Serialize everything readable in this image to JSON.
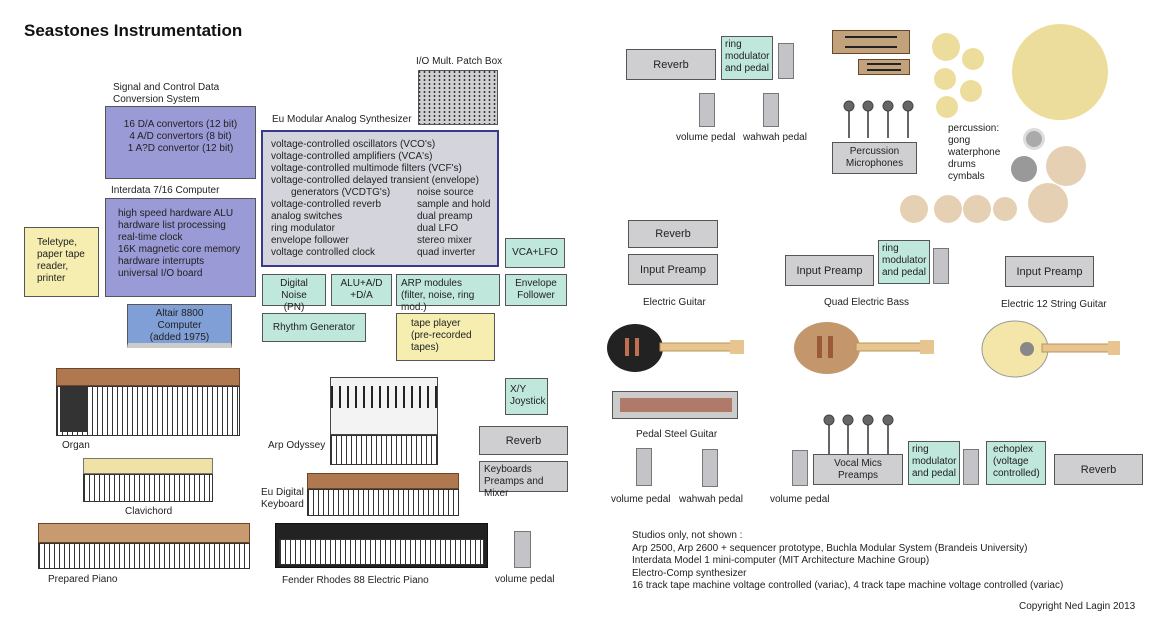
{
  "title": "Seastones Instrumentation",
  "signal_conv": {
    "title": "Signal and Control Data",
    "title2": "Conversion System",
    "lines": [
      "16 D/A convertors (12 bit)",
      "4 A/D convertors (8 bit)",
      "1 A?D convertor (12 bit)"
    ]
  },
  "interdata": {
    "title": "Interdata 7/16 Computer",
    "lines": [
      "high speed hardware ALU",
      "hardware list processing",
      "real-time clock",
      "16K magnetic core memory",
      "hardware interrupts",
      "universal I/O board"
    ]
  },
  "teletype": [
    "Teletype,",
    "paper tape",
    "reader,",
    "printer"
  ],
  "altair": [
    "Altair 8800",
    "Computer",
    "(added 1975)"
  ],
  "io_box": "I/O Mult. Patch Box",
  "eu_synth": {
    "title": "Eu Modular Analog Synthesizer",
    "left": [
      "voltage-controlled oscillators (VCO's)",
      "voltage-controlled amplifiers (VCA's)",
      "voltage-controlled multimode filters (VCF's)",
      "voltage-controlled delayed transient (envelope)",
      "generators (VCDTG's)",
      "voltage-controlled reverb",
      "analog switches",
      "ring modulator",
      "envelope follower",
      "voltage controlled clock"
    ],
    "right": [
      "noise source",
      "sample and hold",
      "dual preamp",
      "dual LFO",
      "stereo mixer",
      "quad inverter"
    ]
  },
  "vca_lfo": "VCA+LFO",
  "digital_noise": [
    "Digital Noise",
    "(PN) Circuits"
  ],
  "alu_da": [
    "ALU+A/D",
    "+D/A"
  ],
  "arp_modules": [
    "ARP modules",
    "(filter, noise, ring mod.)"
  ],
  "env_follower": [
    "Envelope",
    "Follower"
  ],
  "rhythm": "Rhythm Generator",
  "tape_player": [
    "tape player",
    "(pre-recorded",
    "tapes)"
  ],
  "organ": "Organ",
  "arp_odyssey": "Arp Odyssey",
  "xy_joystick": [
    "X/Y",
    "Joystick"
  ],
  "reverb": "Reverb",
  "keyboards_preamps": [
    "Keyboards",
    "Preamps and Mixer"
  ],
  "clavichord": "Clavichord",
  "eu_digital_kb": [
    "Eu Digital",
    "Keyboard"
  ],
  "prepared_piano": "Prepared Piano",
  "fender_rhodes": "Fender Rhodes 88 Electric Piano",
  "volume_pedal": "volume pedal",
  "wahwah_pedal": "wahwah pedal",
  "ring_mod": [
    "ring",
    "modulator",
    "and pedal"
  ],
  "perc_mics": [
    "Percussion",
    "Microphones"
  ],
  "percussion": [
    "percussion:",
    "gong",
    "waterphone",
    "drums",
    "cymbals"
  ],
  "input_preamp": "Input Preamp",
  "electric_guitar": "Electric Guitar",
  "quad_bass": "Quad Electric Bass",
  "twelve_string": "Electric 12 String Guitar",
  "pedal_steel": "Pedal Steel Guitar",
  "vocal_mics": [
    "Vocal Mics",
    "Preamps"
  ],
  "echoplex": [
    "echoplex",
    "(voltage",
    "controlled)"
  ],
  "studios": [
    "Studios only, not shown :",
    "Arp 2500, Arp 2600 + sequencer prototype, Buchla Modular System (Brandeis University)",
    "Interdata Model 1 mini-computer (MIT Architecture Machine Group)",
    "Electro-Comp synthesizer",
    "16 track tape machine voltage controlled (variac), 4 track tape machine voltage controlled (variac)"
  ],
  "copyright": "Copyright Ned Lagin 2013",
  "colors": {
    "purple": "#9a9ad6",
    "teal": "#bfe7dc",
    "yellow": "#f5eeb0",
    "gray": "#cfcfd2",
    "drum": "#eddd9c",
    "drum_tan": "#e6d0b4"
  }
}
